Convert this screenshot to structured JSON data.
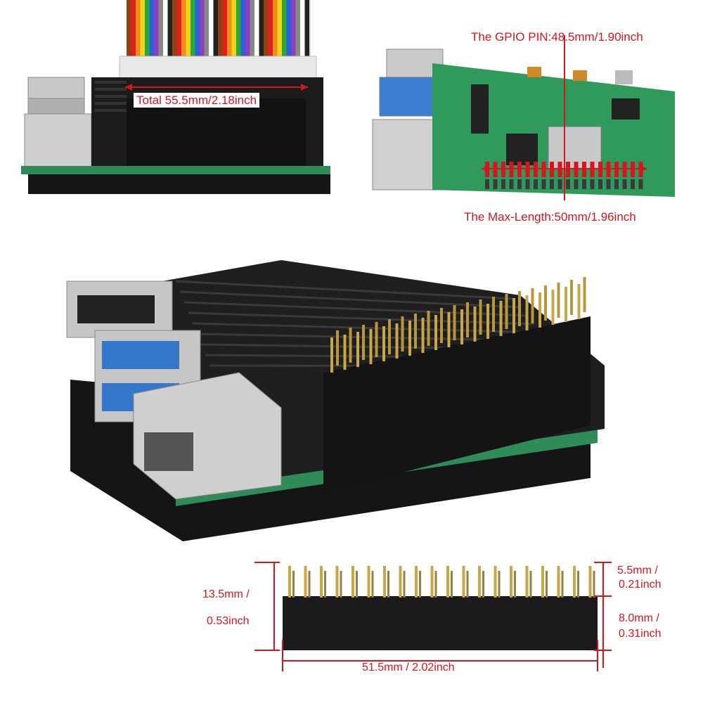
{
  "annotations": {
    "total_width": "Total 55.5mm/2.18inch",
    "gpio_pin": "The GPIO PIN:48.5mm/1.90inch",
    "max_length": "The Max-Length:50mm/1.96inch",
    "height_line1": "13.5mm /",
    "height_line2": "0.53inch",
    "pin_top_line1": "5.5mm /",
    "pin_top_line2": "0.21inch",
    "header_body_line1": "8.0mm /",
    "header_body_line2": "0.31inch",
    "header_length": "51.5mm / 2.02inch"
  },
  "colors": {
    "annotation": "#d8141c",
    "case_black": "#1a1a1a",
    "pcb_green": "#2e8b57",
    "pin_gold": "#c9a64a"
  }
}
